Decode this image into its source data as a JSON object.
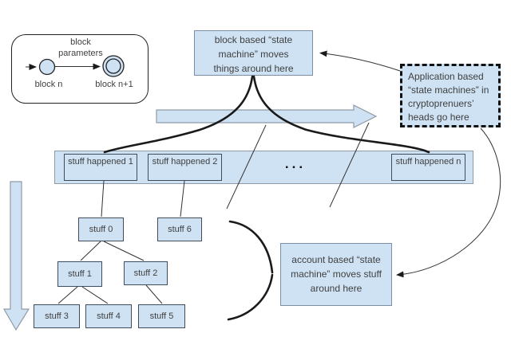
{
  "colors": {
    "box_fill": "#cfe2f3",
    "border_dark": "#3e4c5c",
    "border_mid": "#7a8fa6",
    "border_gray": "#8e9aa8",
    "ink": "#1a1a1a",
    "text": "#3f3f3f"
  },
  "legend": {
    "title": "block parameters",
    "start_label": "block n",
    "end_label": "block n+1"
  },
  "top_note": {
    "lines": [
      "block based “state",
      "machine” moves",
      "things around here"
    ]
  },
  "app_note": {
    "lines": [
      "Application based",
      "“state machines” in",
      "cryptoprenuers’",
      "heads go here"
    ]
  },
  "account_note": {
    "lines": [
      "account based “state",
      "machine” moves stuff",
      "around here"
    ]
  },
  "ledger": {
    "items": [
      {
        "line1": "stuff",
        "line2": "happened 1"
      },
      {
        "line1": "stuff",
        "line2": "happened 2"
      },
      {
        "line1": "stuff",
        "line2": "happened n"
      }
    ],
    "ellipsis": "..."
  },
  "tree": {
    "nodes": [
      "stuff 0",
      "stuff 1",
      "stuff 2",
      "stuff 3",
      "stuff 4",
      "stuff 5",
      "stuff 6"
    ]
  }
}
